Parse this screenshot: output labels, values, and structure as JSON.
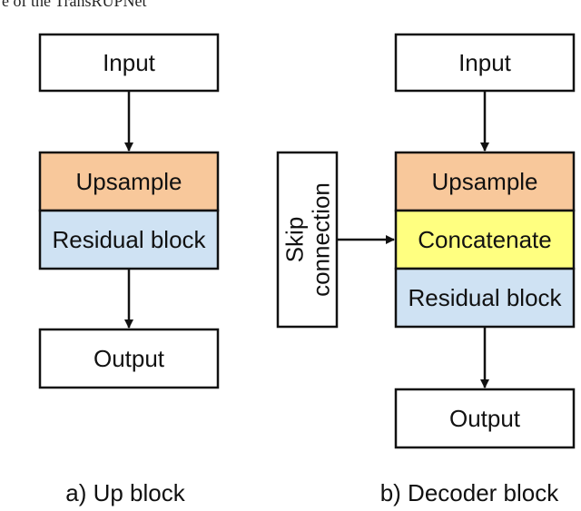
{
  "header_fragment": "e of the TransRUPNet",
  "colors": {
    "upsample": "#f8c89b",
    "residual": "#cfe2f3",
    "concatenate": "#ffff80",
    "plain": "#ffffff",
    "stroke": "#111111"
  },
  "up_block": {
    "input_label": "Input",
    "upsample_label": "Upsample",
    "residual_label": "Residual block",
    "output_label": "Output",
    "caption": "a) Up block"
  },
  "decoder_block": {
    "skip_label_line1": "Skip",
    "skip_label_line2": "connection",
    "input_label": "Input",
    "upsample_label": "Upsample",
    "concatenate_label": "Concatenate",
    "residual_label": "Residual block",
    "output_label": "Output",
    "caption": "b) Decoder block"
  }
}
